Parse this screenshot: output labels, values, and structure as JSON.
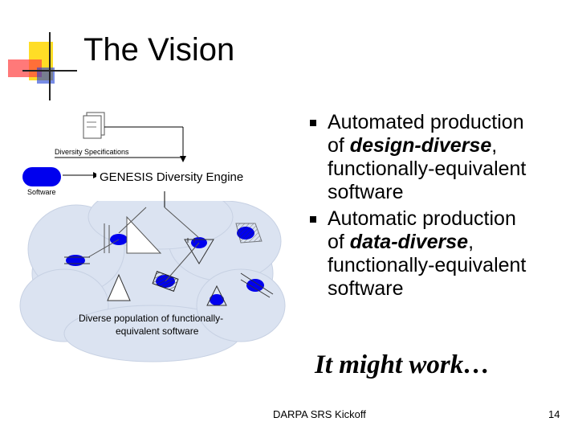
{
  "slide": {
    "title": "The Vision",
    "bullets": [
      {
        "line1": "Automated production",
        "prefix": "of ",
        "emph": "design-diverse",
        "suffix": ",",
        "line3": "functionally-equivalent",
        "line4": "software"
      },
      {
        "line1": "Automatic production",
        "prefix": "of ",
        "emph": "data-diverse",
        "suffix": ",",
        "line3": "functionally-equivalent",
        "line4": "software"
      }
    ],
    "tagline": "It might work…",
    "footer": "DARPA SRS Kickoff",
    "page_number": "14"
  },
  "diagram": {
    "spec_label": "Diversity Specifications",
    "engine_label": "GENESIS Diversity Engine",
    "software_label": "Software",
    "population_line1": "Diverse population of functionally-",
    "population_line2": "equivalent software"
  },
  "colors": {
    "accent_yellow": "#ffd700",
    "accent_red": "#ff4040",
    "accent_blue": "#1c3fd6",
    "cloud_fill": "#dbe3f1",
    "node_blue": "#0000ee"
  }
}
